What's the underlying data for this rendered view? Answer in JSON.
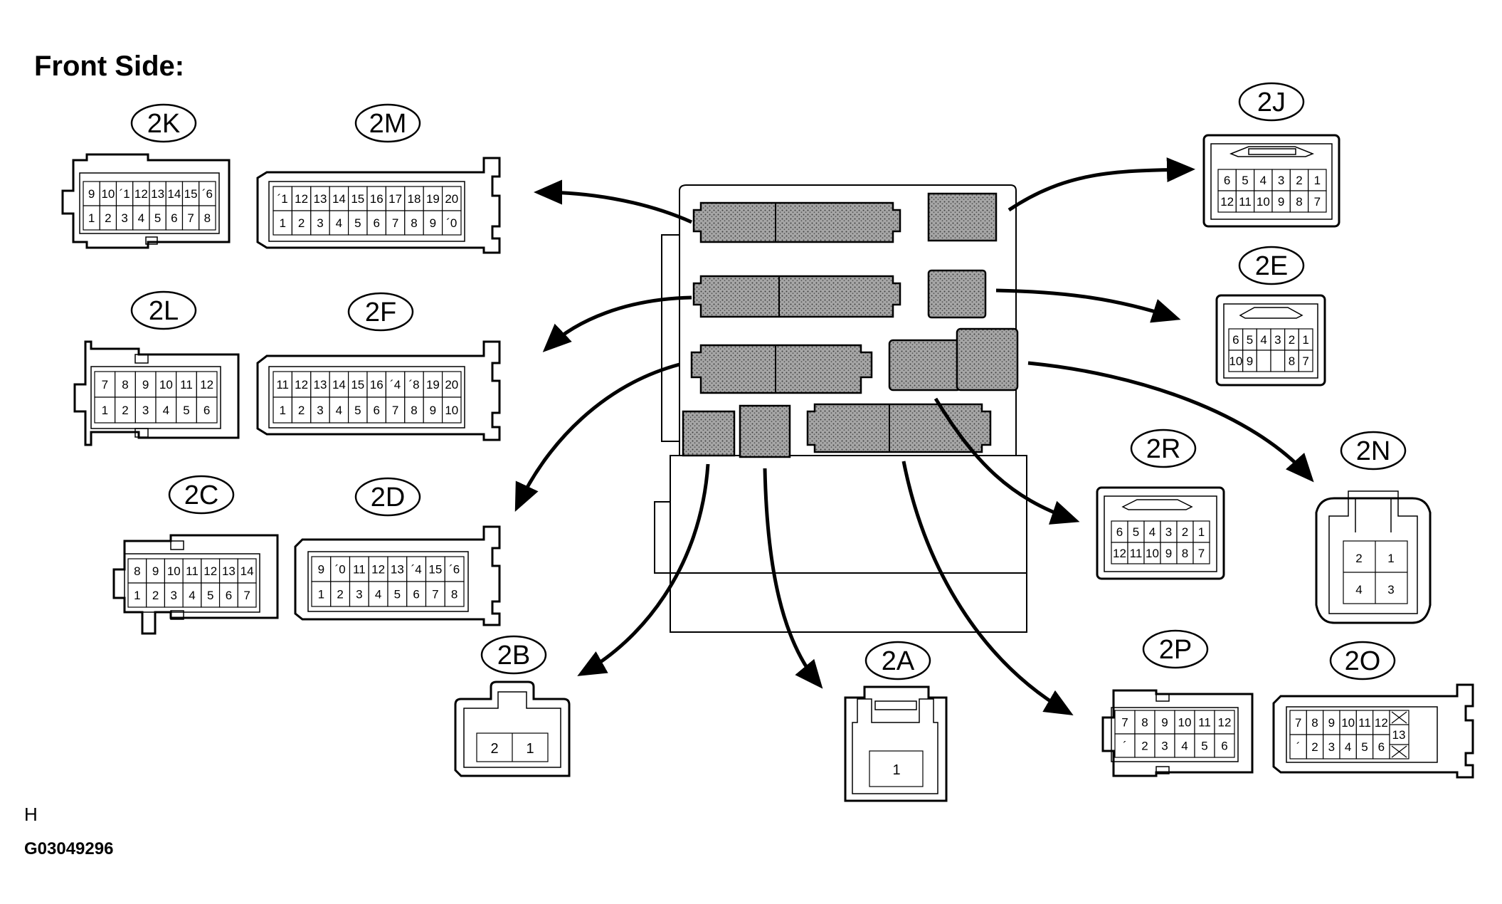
{
  "title": "Front Side:",
  "footer": {
    "letter": "H",
    "code": "G03049296"
  },
  "connectors": {
    "2K": {
      "label": "2K",
      "top": [
        "9",
        "10",
        "´1",
        "12",
        "13",
        "14",
        "15",
        "´6"
      ],
      "bottom": [
        "1",
        "2",
        "3",
        "4",
        "5",
        "6",
        "7",
        "8"
      ]
    },
    "2M": {
      "label": "2M",
      "top": [
        "´1",
        "12",
        "13",
        "14",
        "15",
        "16",
        "17",
        "18",
        "19",
        "20"
      ],
      "bottom": [
        "1",
        "2",
        "3",
        "4",
        "5",
        "6",
        "7",
        "8",
        "9",
        "´0"
      ]
    },
    "2L": {
      "label": "2L",
      "top": [
        "7",
        "8",
        "9",
        "10",
        "11",
        "12"
      ],
      "bottom": [
        "1",
        "2",
        "3",
        "4",
        "5",
        "6"
      ]
    },
    "2F": {
      "label": "2F",
      "top": [
        "11",
        "12",
        "13",
        "14",
        "15",
        "16",
        "´4",
        "´8",
        "19",
        "20"
      ],
      "bottom": [
        "1",
        "2",
        "3",
        "4",
        "5",
        "6",
        "7",
        "8",
        "9",
        "10"
      ]
    },
    "2C": {
      "label": "2C",
      "top": [
        "8",
        "9",
        "10",
        "11",
        "12",
        "13",
        "14"
      ],
      "bottom": [
        "1",
        "2",
        "3",
        "4",
        "5",
        "6",
        "7"
      ]
    },
    "2D": {
      "label": "2D",
      "top": [
        "9",
        "´0",
        "11",
        "12",
        "13",
        "´4",
        "15",
        "´6"
      ],
      "bottom": [
        "1",
        "2",
        "3",
        "4",
        "5",
        "6",
        "7",
        "8"
      ]
    },
    "2B": {
      "label": "2B",
      "pins": [
        "2",
        "1"
      ]
    },
    "2A": {
      "label": "2A",
      "pins": [
        "1"
      ]
    },
    "2J": {
      "label": "2J",
      "top": [
        "6",
        "5",
        "4",
        "3",
        "2",
        "1"
      ],
      "bottom": [
        "12",
        "11",
        "10",
        "9",
        "8",
        "7"
      ]
    },
    "2E": {
      "label": "2E",
      "top": [
        "6",
        "5",
        "4",
        "3",
        "2",
        "1"
      ],
      "bottom": [
        "10",
        "9",
        "",
        "",
        "8",
        "7"
      ]
    },
    "2R": {
      "label": "2R",
      "top": [
        "6",
        "5",
        "4",
        "3",
        "2",
        "1"
      ],
      "bottom": [
        "12",
        "11",
        "10",
        "9",
        "8",
        "7"
      ]
    },
    "2N": {
      "label": "2N",
      "pins": [
        "2",
        "1",
        "4",
        "3"
      ]
    },
    "2P": {
      "label": "2P",
      "top": [
        "7",
        "8",
        "9",
        "10",
        "11",
        "12"
      ],
      "bottom": [
        "´",
        "2",
        "3",
        "4",
        "5",
        "6"
      ]
    },
    "2O": {
      "label": "2O",
      "top": [
        "7",
        "8",
        "9",
        "10",
        "11",
        "12"
      ],
      "bottom": [
        "´",
        "2",
        "3",
        "4",
        "5",
        "6"
      ],
      "side": "13"
    }
  }
}
